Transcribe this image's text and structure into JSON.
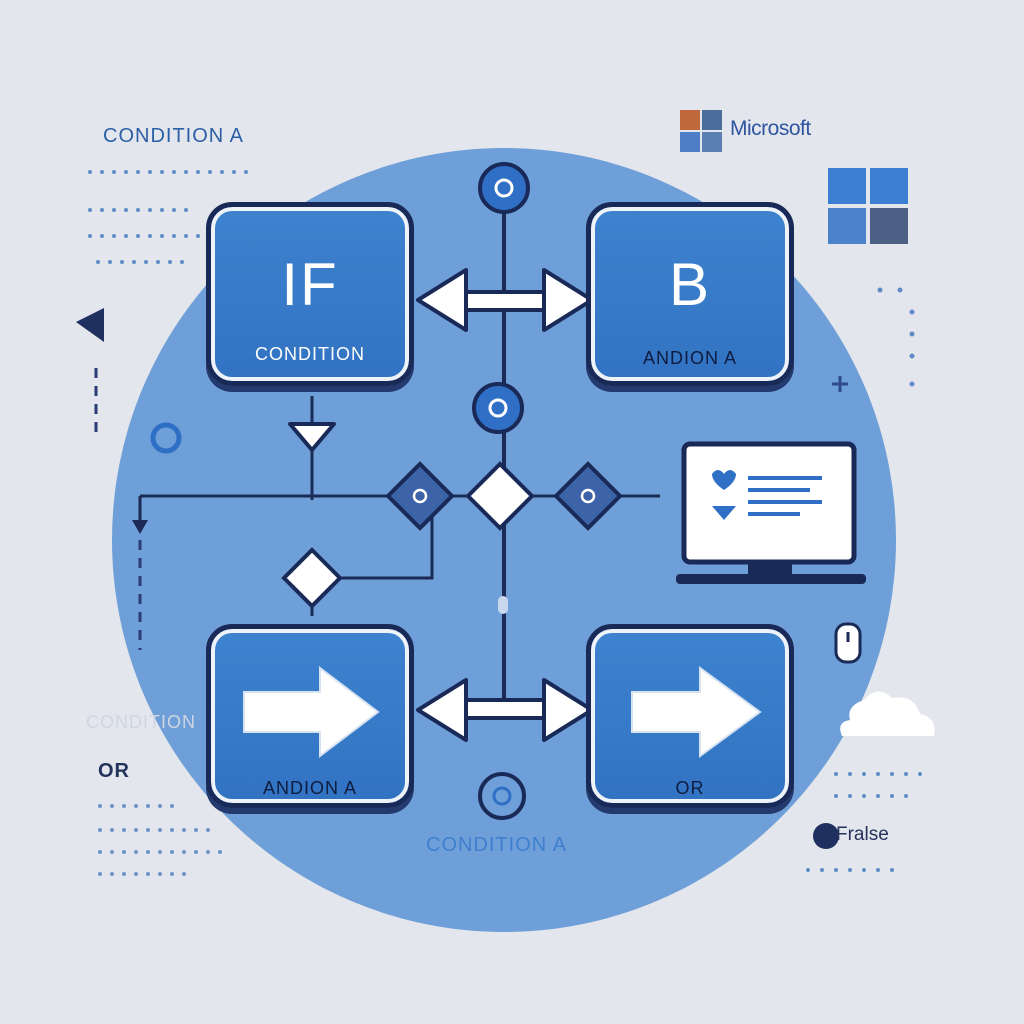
{
  "labels": {
    "top_left": "CONDITION A",
    "left_ghost": "CONDITION",
    "left_or": "OR",
    "bottom_center": "CONDITION A",
    "right_false": "Fralse",
    "brand": "Microsoft"
  },
  "nodes": {
    "if_node": {
      "big": "IF",
      "sub": "CONDITION"
    },
    "b_node": {
      "big": "B",
      "sub": "ANDION A"
    },
    "bottom_left_node": {
      "sub": "ANDION A"
    },
    "bottom_right_node": {
      "sub": "OR"
    }
  },
  "colors": {
    "background": "#e3e6ec",
    "circle": "#6f9fd8",
    "node_fill": "#3a7dcb",
    "outline": "#1a2a58",
    "accent": "#2f6fc6"
  },
  "icons": [
    "microsoft-logo-icon",
    "windows-logo-icon",
    "monitor-icon",
    "heart-icon",
    "cloud-icon",
    "plus-icon",
    "play-triangle-icon",
    "mouse-icon"
  ]
}
